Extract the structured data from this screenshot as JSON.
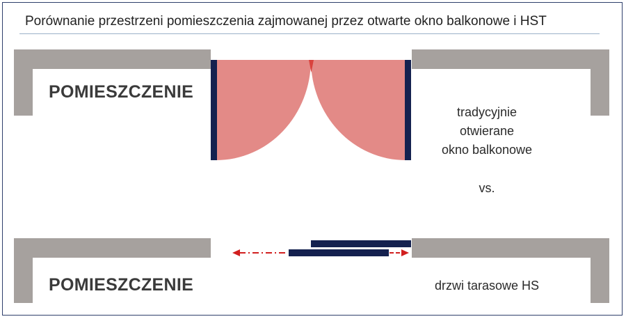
{
  "title": "Porównanie przestrzeni pomieszczenia zajmowanej przez otwarte okno balkonowe i HST",
  "top_section": {
    "room_label": "POMIESZCZENIE",
    "description_lines": [
      "tradycyjnie",
      "otwierane",
      "okno balkonowe"
    ],
    "vs_label": "vs."
  },
  "bottom_section": {
    "room_label": "POMIESZCZENIE",
    "description": "drzwi tarasowe HS"
  },
  "colors": {
    "wall": "#a6a19e",
    "sash": "#14214f",
    "swing_area": "#e38a87",
    "arrow": "#d11f1f",
    "border": "#2e3f6b",
    "title_rule": "#9bb1c8"
  }
}
